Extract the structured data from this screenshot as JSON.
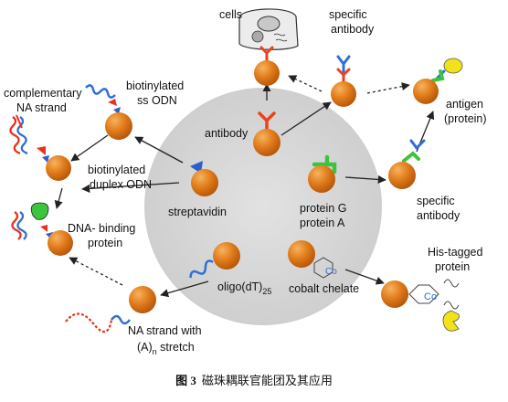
{
  "labels": {
    "cells": "cells",
    "specific_antibody_top_1": "specific",
    "specific_antibody_top_2": "antibody",
    "antibody": "antibody",
    "antigen_1": "antigen",
    "antigen_2": "(protein)",
    "complementary_1": "complementary",
    "complementary_2": "NA strand",
    "biotinylated_ss_1": "biotinylated",
    "biotinylated_ss_2": "ss ODN",
    "biotinylated_duplex_1": "biotinylated",
    "biotinylated_duplex_2": "duplex ODN",
    "streptavidin": "streptavidin",
    "protein_g": "protein G",
    "protein_a": "protein A",
    "specific_antibody_right_1": "specific",
    "specific_antibody_right_2": "antibody",
    "dna_binding_1": "DNA- binding",
    "dna_binding_2": "protein",
    "his_tagged_1": "His-tagged",
    "his_tagged_2": "protein",
    "oligo": "oligo(dT)",
    "oligo_sub": "25",
    "cobalt_chelate": "cobalt chelate",
    "co_symbol_1": "Co",
    "co_symbol_2": "Co",
    "na_strand_1": "NA strand with",
    "na_strand_2_pre": "(A)",
    "na_strand_2_sub": "n",
    "na_strand_2_post": " stretch"
  },
  "caption": {
    "figure_no": "图 3",
    "title": "磁珠耦联官能团及其应用"
  },
  "colors": {
    "bead": "#e07b1a",
    "bead_highlight": "#f6b35e",
    "center_disc": "#d9d9d9",
    "antibody_red": "#e8431e",
    "antibody_blue": "#2f6fd6",
    "protein_green": "#3cc43c",
    "antigen_yellow": "#f2e21a",
    "dna_red": "#e8321e",
    "dna_blue": "#2f6fd6",
    "streptavidin_blue": "#2b5fc9"
  }
}
